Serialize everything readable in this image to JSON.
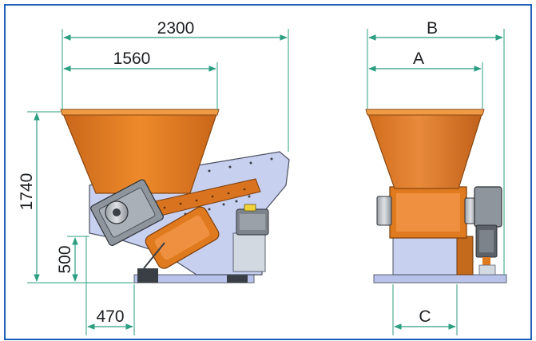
{
  "dimensions": {
    "side_overall_length": "2300",
    "side_hopper_length": "1560",
    "side_overall_height": "1740",
    "side_base_height": "500",
    "side_base_offset": "470",
    "front_overall_width": "B",
    "front_hopper_width": "A",
    "front_base_width": "C"
  },
  "colors": {
    "frame_border": "#1f5fb8",
    "dimension_line": "#2c9e82",
    "machine_body": "#c8d0f0",
    "hopper": "#e07a1e",
    "motor": "#8e959c"
  }
}
